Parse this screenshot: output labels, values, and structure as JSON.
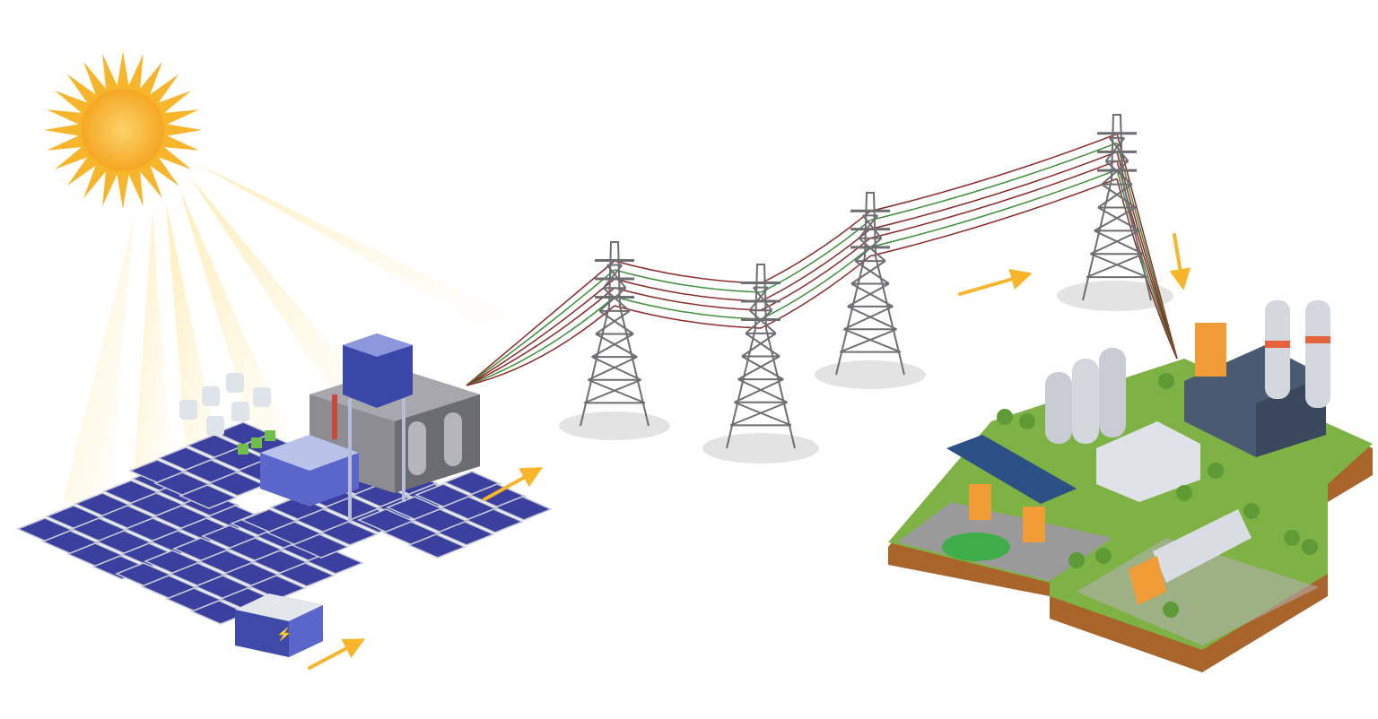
{
  "scene": {
    "stages": [
      "sun",
      "solar-farm",
      "substation",
      "transmission-lines",
      "consumers"
    ],
    "flow_direction": "left-to-right"
  },
  "colors": {
    "background": "#ffffff",
    "sun": "#f7b52c",
    "sun_core": "#fcd36a",
    "sunlight": "#fde9a8",
    "panel": "#3b3f9e",
    "panel_frame": "#c9ccd8",
    "tower": "#6e6e72",
    "line_red": "#8b2a2a",
    "line_green": "#3f8f3a",
    "arrow": "#f7b52c",
    "grass": "#7fb244",
    "soil": "#a8642b",
    "road": "#9a9a9a",
    "building": "#4a5a73",
    "tank": "#c9ccd4"
  }
}
